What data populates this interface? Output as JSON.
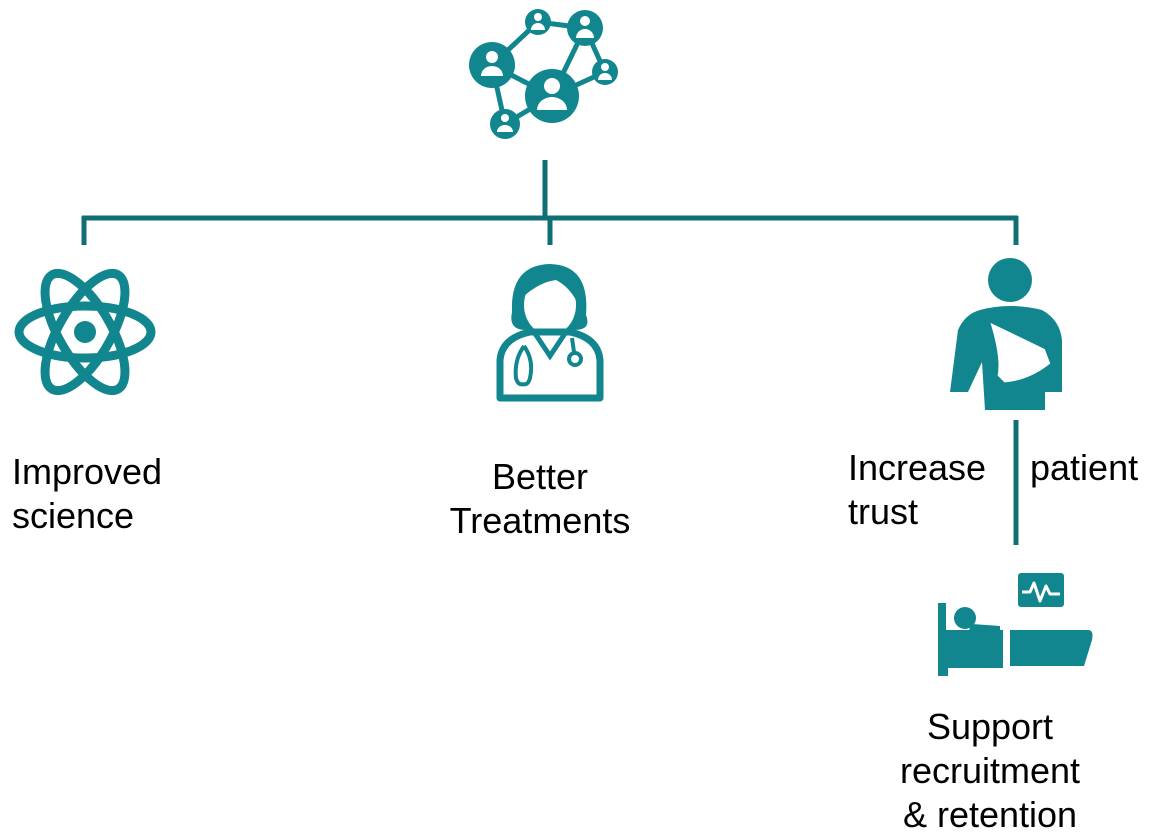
{
  "colors": {
    "teal": "#12868E",
    "connector": "#0F6F75",
    "text": "#000000"
  },
  "icons": {
    "root": "network-people-icon",
    "science": "atom-icon",
    "treatments": "doctor-icon",
    "trust": "patient-arm-sling-icon",
    "recruitment": "hospital-bed-monitor-icon"
  },
  "labels": {
    "improved_science": "Improved\nscience",
    "better_treatments": "Better\nTreatments",
    "increase_trust_part1": "Increase",
    "increase_trust_part2": "patient",
    "increase_trust_part3": "trust",
    "support_recruitment": "Support\nrecruitment\n& retention"
  }
}
